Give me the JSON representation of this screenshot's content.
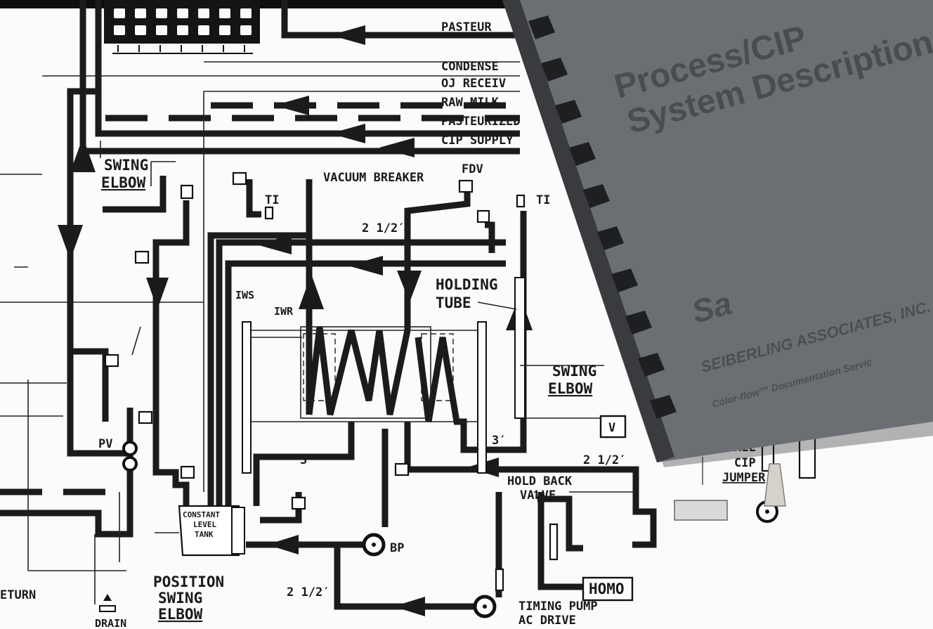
{
  "labels": {
    "pasteurized_top": "PASTEUR",
    "condensed": "CONDENSE",
    "oj_receive": "OJ RECEIV",
    "raw_milk": "RAW MILK",
    "pasteurized_mid": "PASTEURIZED",
    "cip_supply": "CIP SUPPLY",
    "swing_elbow_top_1": "SWING",
    "swing_elbow_top_2": "ELBOW",
    "vacuum_breaker": "VACUUM BREAKER",
    "fdv": "FDV",
    "ti_1": "TI",
    "ti_2": "TI",
    "size_2_5_top": "2 1/2′",
    "holding_tube_1": "HOLDING",
    "holding_tube_2": "TUBE",
    "iws": "IWS",
    "iwr": "IWR",
    "swing_elbow_right_1": "SWING",
    "swing_elbow_right_2": "ELBOW",
    "v_box": "V",
    "pv": "PV",
    "size_3_left": "3′",
    "size_3_right": "3′",
    "size_2_5_right": "2 1/2′",
    "wall_cip_jumper_1": "ALL",
    "wall_cip_jumper_2": "CIP",
    "wall_cip_jumper_3": "JUMPER",
    "hold_back_valve_1": "HOLD BACK",
    "hold_back_valve_2": "VALVE",
    "constant_level_tank_1": "CONSTANT",
    "constant_level_tank_2": "LEVEL",
    "constant_level_tank_3": "TANK",
    "bp": "BP",
    "homo": "HOMO",
    "position_swing_elbow_1": "POSITION",
    "position_swing_elbow_2": "SWING",
    "position_swing_elbow_3": "ELBOW",
    "size_2_5_bottom": "2 1/2′",
    "return": "ETURN",
    "drain": "DRAIN",
    "timing_pump_1": "TIMING PUMP",
    "timing_pump_2": "AC DRIVE"
  },
  "cover": {
    "title_line_1": "Process/CIP",
    "title_line_2": "System Description",
    "company": "SEIBERLING ASSOCIATES, INC.",
    "tagline": "Color-flow™ Documentation Servic",
    "logo_text": "Sa"
  },
  "colors": {
    "cover": "#6b6e72",
    "cover_dark": "#3a3b3e",
    "background": "#fbfbfb",
    "background_top": "#0e0e0e",
    "ink": "#1b1b1b"
  }
}
